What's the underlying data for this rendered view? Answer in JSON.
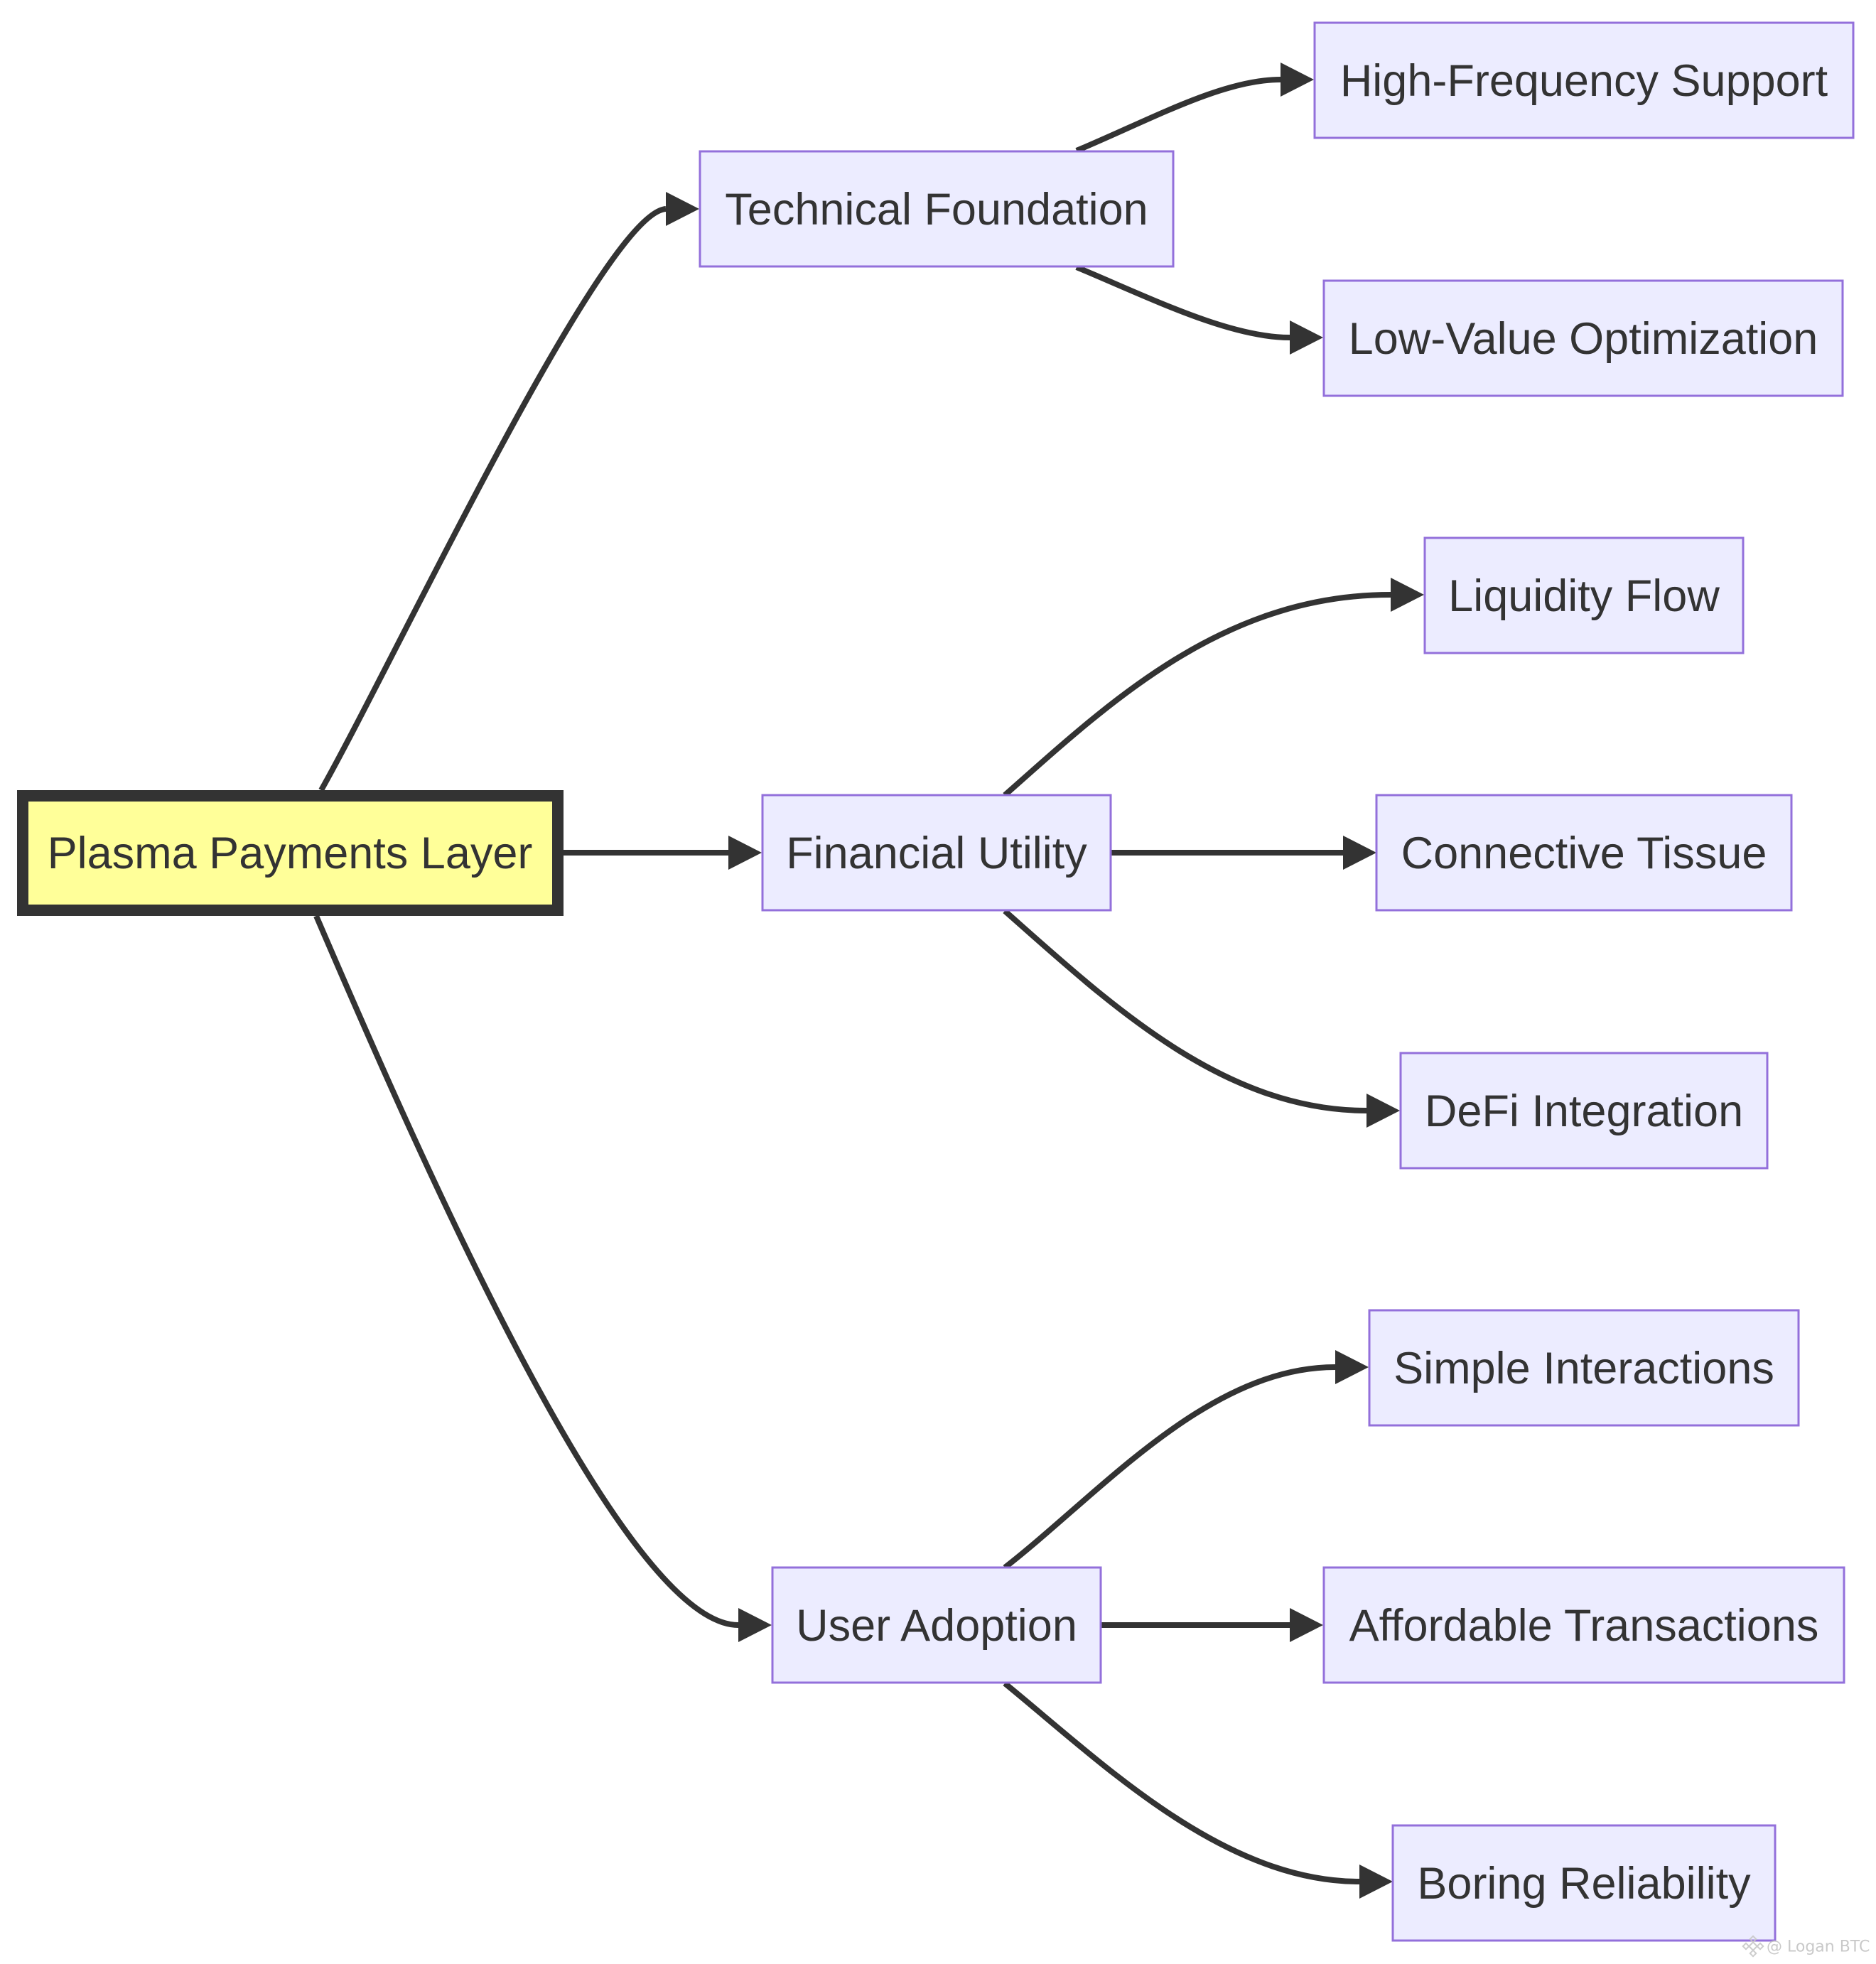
{
  "diagram": {
    "type": "flowchart",
    "direction": "left-to-right",
    "root": {
      "id": "root",
      "label": "Plasma Payments Layer"
    },
    "nodes": [
      {
        "id": "tf",
        "label": "Technical Foundation"
      },
      {
        "id": "fu",
        "label": "Financial Utility"
      },
      {
        "id": "ua",
        "label": "User Adoption"
      },
      {
        "id": "hf",
        "label": "High-Frequency Support"
      },
      {
        "id": "lv",
        "label": "Low-Value Optimization"
      },
      {
        "id": "lf",
        "label": "Liquidity Flow"
      },
      {
        "id": "ct",
        "label": "Connective Tissue"
      },
      {
        "id": "di",
        "label": "DeFi Integration"
      },
      {
        "id": "si",
        "label": "Simple Interactions"
      },
      {
        "id": "at",
        "label": "Affordable Transactions"
      },
      {
        "id": "br",
        "label": "Boring Reliability"
      }
    ],
    "edges": [
      {
        "from": "Plasma Payments Layer",
        "to": "Technical Foundation"
      },
      {
        "from": "Plasma Payments Layer",
        "to": "Financial Utility"
      },
      {
        "from": "Plasma Payments Layer",
        "to": "User Adoption"
      },
      {
        "from": "Technical Foundation",
        "to": "High-Frequency Support"
      },
      {
        "from": "Technical Foundation",
        "to": "Low-Value Optimization"
      },
      {
        "from": "Financial Utility",
        "to": "Liquidity Flow"
      },
      {
        "from": "Financial Utility",
        "to": "Connective Tissue"
      },
      {
        "from": "Financial Utility",
        "to": "DeFi Integration"
      },
      {
        "from": "User Adoption",
        "to": "Simple Interactions"
      },
      {
        "from": "User Adoption",
        "to": "Affordable Transactions"
      },
      {
        "from": "User Adoption",
        "to": "Boring Reliability"
      }
    ]
  },
  "colors": {
    "root_fill": "#FFFF99",
    "root_stroke": "#333333",
    "node_fill": "#ECECFF",
    "node_stroke": "#9370DB",
    "text": "#333333",
    "edge": "#333333"
  },
  "watermark": {
    "icon": "binance-diamond-icon",
    "text": "@ Logan BTC"
  }
}
